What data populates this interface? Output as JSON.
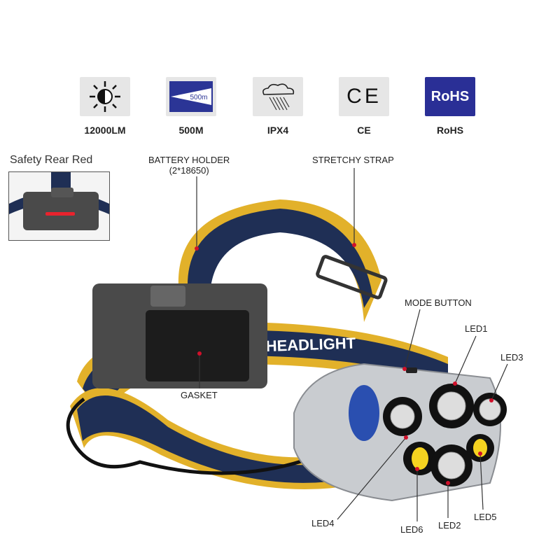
{
  "badges": [
    {
      "icon": "brightness-icon",
      "label": "12000LM"
    },
    {
      "icon": "distance-icon",
      "label": "500M",
      "icon_text": "500m"
    },
    {
      "icon": "rain-cloud-icon",
      "label": "IPX4"
    },
    {
      "icon": "ce-mark-icon",
      "label": "CE",
      "icon_text": "CE"
    },
    {
      "icon": "rohs-icon",
      "label": "RoHS",
      "icon_text": "RoHS"
    }
  ],
  "inset": {
    "title": "Safety Rear Red"
  },
  "callouts": {
    "battery_holder": "BATTERY HOLDER",
    "battery_spec": "(2*18650)",
    "stretchy_strap": "STRETCHY STRAP",
    "mode_button": "MODE BUTTON",
    "led1": "LED1",
    "led3": "LED3",
    "gasket": "GASKET",
    "led4": "LED4",
    "led6": "LED6",
    "led2": "LED2",
    "led5": "LED5"
  },
  "strap_text": "HEADLIGHT",
  "colors": {
    "strap": "#1f2f55",
    "strap_edge": "#e2b12a",
    "rohs": "#2a2f96",
    "rear_light": "#e8232d",
    "callout_dot": "#d0102a"
  }
}
